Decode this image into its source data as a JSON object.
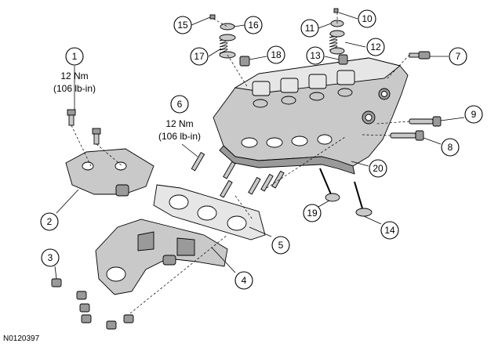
{
  "figure_id": "N0120397",
  "torque_specs": [
    {
      "for_callout": "1",
      "line1": "12 Nm",
      "line2": "(106 lb-in)"
    },
    {
      "for_callout": "6",
      "line1": "12 Nm",
      "line2": "(106 lb-in)"
    }
  ],
  "callouts": [
    "1",
    "2",
    "3",
    "4",
    "5",
    "6",
    "7",
    "8",
    "9",
    "10",
    "11",
    "12",
    "13",
    "14",
    "15",
    "16",
    "17",
    "18",
    "19",
    "20"
  ]
}
